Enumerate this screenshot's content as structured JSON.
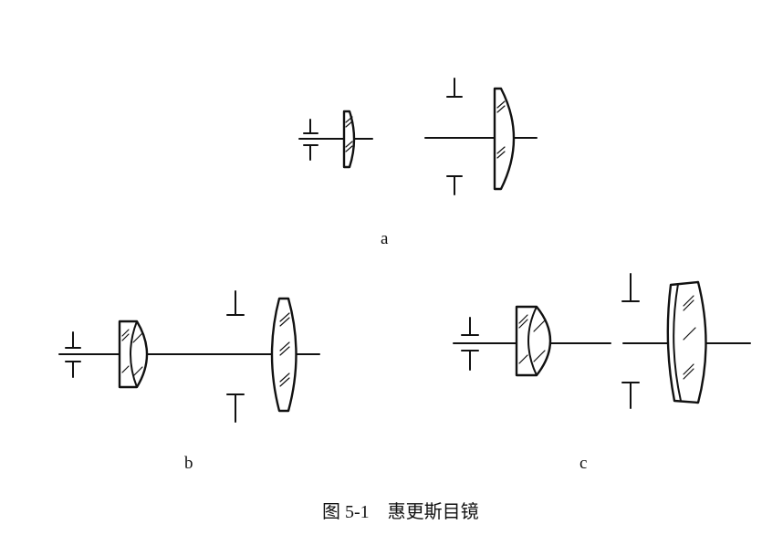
{
  "figure": {
    "panels": [
      {
        "label": "a"
      },
      {
        "label": "b"
      },
      {
        "label": "c"
      }
    ],
    "caption": "图 5-1    惠更斯目镜"
  }
}
